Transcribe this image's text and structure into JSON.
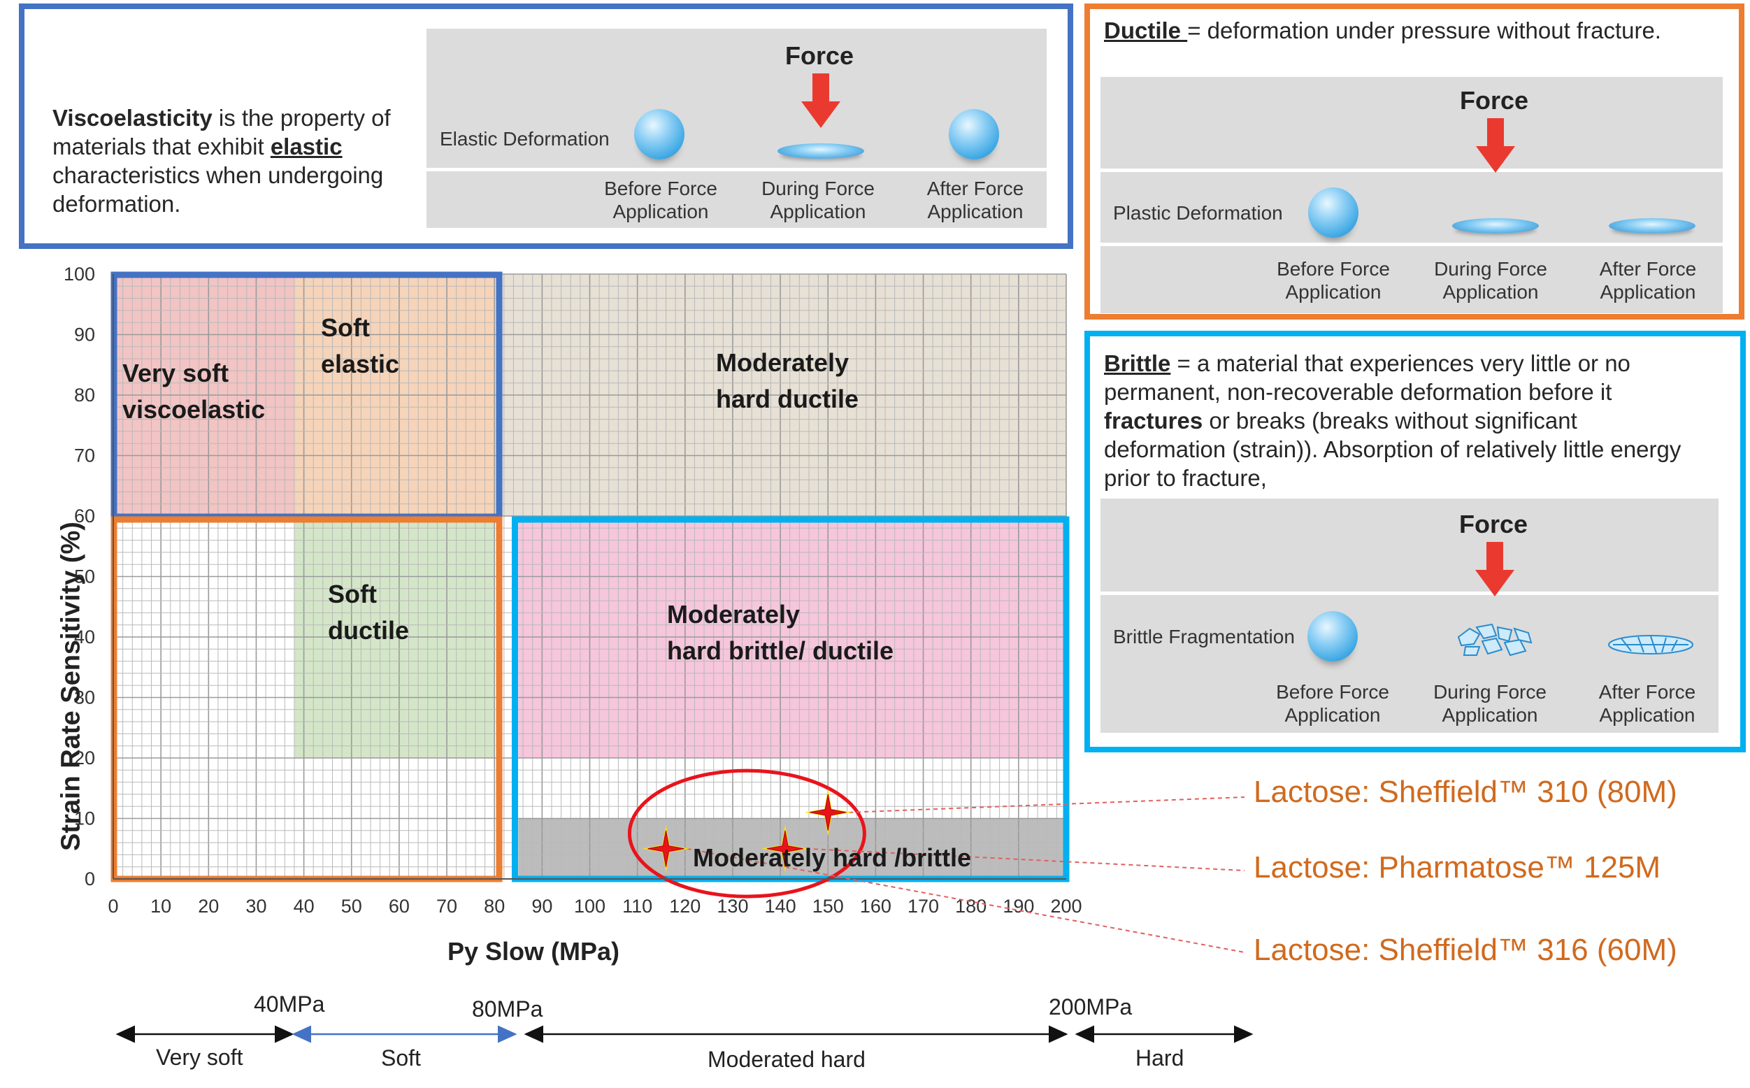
{
  "visco_panel": {
    "term": "Viscoelasticity",
    "text_part1": " is the property of materials that exhibit ",
    "keyword": "elastic",
    "text_part2": " characteristics when undergoing deformation.",
    "force_label": "Force",
    "row_label": "Elastic Deformation",
    "stages": [
      "Before Force\nApplication",
      "During Force\nApplication",
      "After Force\nApplication"
    ]
  },
  "ductile_panel": {
    "term": "Ductile ",
    "text": "= deformation under pressure without fracture.",
    "force_label": "Force",
    "row_label": "Plastic Deformation",
    "stages": [
      "Before Force\nApplication",
      "During Force\nApplication",
      "After Force\nApplication"
    ]
  },
  "brittle_panel": {
    "term": "Brittle",
    "text_part1": " = a material that experiences very  little or no permanent, non-recoverable deformation before it ",
    "keyword": "fractures",
    "text_part2": " or breaks (breaks without significant deformation (strain)). Absorption of relatively little energy prior to fracture,",
    "force_label": "Force",
    "row_label": "Brittle Fragmentation",
    "stages": [
      "Before Force\nApplication",
      "During Force\nApplication",
      "After Force\nApplication"
    ]
  },
  "chart_data": {
    "type": "scatter",
    "xlabel": "Py Slow (MPa)",
    "ylabel": "Strain Rate Sensitivity (%)",
    "xlim": [
      0,
      200
    ],
    "ylim": [
      0,
      100
    ],
    "xticks": [
      0,
      10,
      20,
      30,
      40,
      50,
      60,
      70,
      80,
      90,
      100,
      110,
      120,
      130,
      140,
      150,
      160,
      170,
      180,
      190,
      200
    ],
    "yticks": [
      0,
      10,
      20,
      30,
      40,
      50,
      60,
      70,
      80,
      90,
      100
    ],
    "grid": true,
    "regions": [
      {
        "label": "Very soft\nviscoelastic",
        "x": [
          0,
          38
        ],
        "y": [
          60,
          100
        ],
        "color": "#f2c4c4"
      },
      {
        "label": "Soft\nelastic",
        "x": [
          38,
          80
        ],
        "y": [
          60,
          100
        ],
        "color": "#f6d4b9"
      },
      {
        "label": "Moderately\nhard ductile",
        "x": [
          80,
          200
        ],
        "y": [
          60,
          100
        ],
        "color": "#e7e0d5"
      },
      {
        "label": "Soft\nductile",
        "x": [
          38,
          80
        ],
        "y": [
          20,
          60
        ],
        "color": "#d4e6c8"
      },
      {
        "label": "Moderately\nhard brittle/ ductile",
        "x": [
          85,
          200
        ],
        "y": [
          20,
          60
        ],
        "color": "#f6c6dc"
      },
      {
        "label": "Moderately hard /brittle",
        "x": [
          85,
          200
        ],
        "y": [
          0,
          10
        ],
        "color": "#bcbcbc"
      }
    ],
    "points": [
      {
        "name": "Lactose: Sheffield™ 310 (80M)",
        "x": 150,
        "y": 11
      },
      {
        "name": "Lactose: Pharmatose™ 125M",
        "x": 141,
        "y": 5
      },
      {
        "name": "Lactose: Sheffield™ 316 (60M)",
        "x": 116,
        "y": 5
      }
    ]
  },
  "hardness_scale": {
    "thresholds": [
      "40MPa",
      "80MPa",
      "200MPa"
    ],
    "categories": [
      "Very soft",
      "Soft",
      "Moderated hard",
      "Hard"
    ]
  },
  "colors": {
    "blue_frame": "#4472c4",
    "orange_frame": "#ed7d31",
    "cyan_frame": "#00b0f0",
    "legend_text": "#d06a1e",
    "marker": "#e8141c",
    "marker_glow": "#ffe600"
  }
}
